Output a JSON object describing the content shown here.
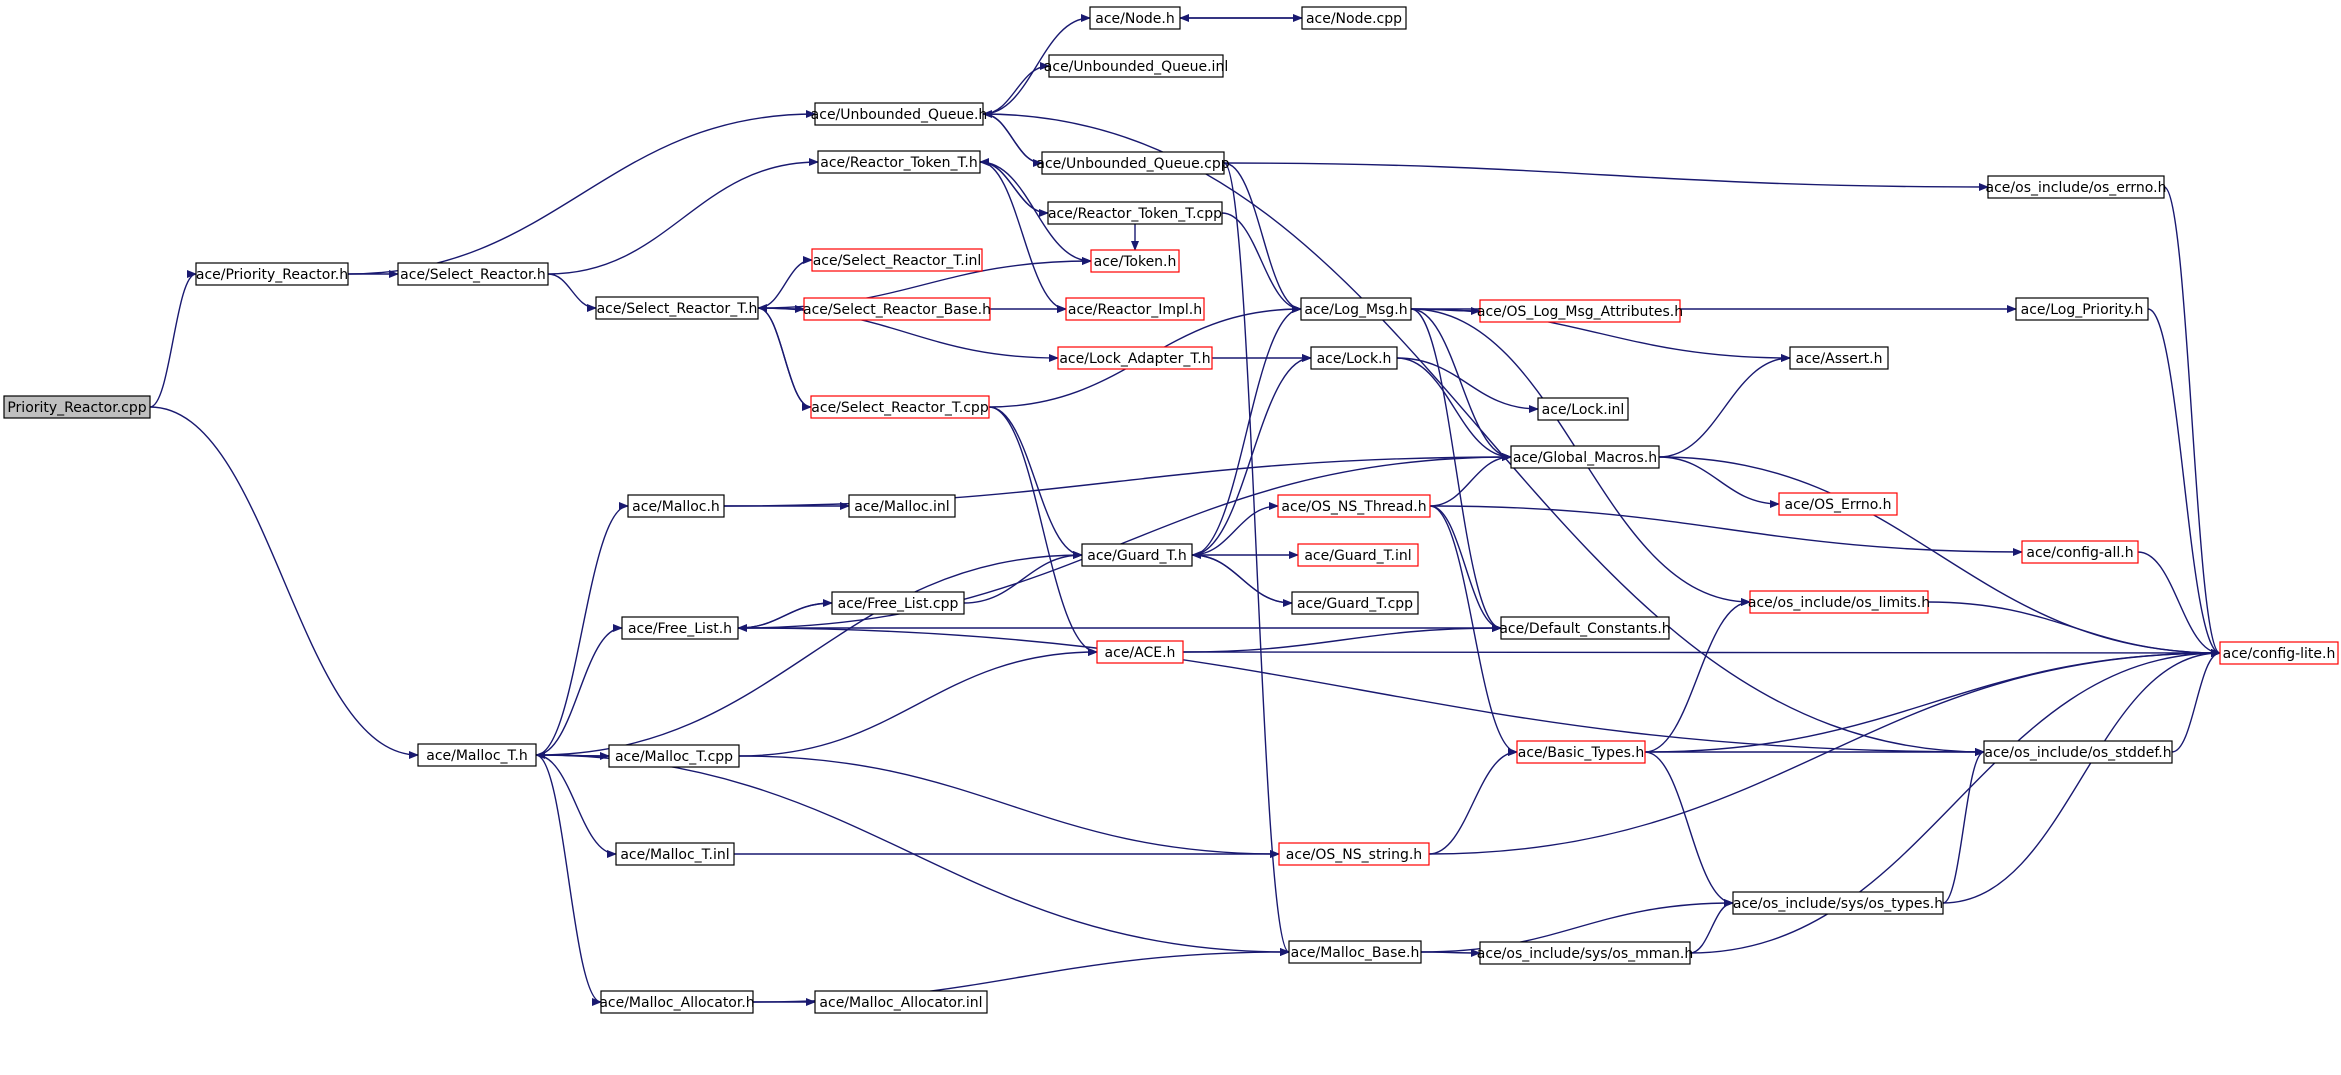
{
  "colors": {
    "edge": "#191970",
    "border_normal": "#000000",
    "border_truncated": "#ff0000",
    "root_fill": "#bfbfbf",
    "node_fill": "#ffffff"
  },
  "nodes": [
    {
      "id": "n_root",
      "label": "Priority_Reactor.cpp",
      "style": "root"
    },
    {
      "id": "n_prio_h",
      "label": "ace/Priority_Reactor.h",
      "style": "normal"
    },
    {
      "id": "n_unb_q_h",
      "label": "ace/Unbounded_Queue.h",
      "style": "normal"
    },
    {
      "id": "n_node_h",
      "label": "ace/Node.h",
      "style": "normal"
    },
    {
      "id": "n_node_cpp",
      "label": "ace/Node.cpp",
      "style": "normal"
    },
    {
      "id": "n_unb_q_inl",
      "label": "ace/Unbounded_Queue.inl",
      "style": "normal"
    },
    {
      "id": "n_unb_q_cpp",
      "label": "ace/Unbounded_Queue.cpp",
      "style": "normal"
    },
    {
      "id": "n_os_errno",
      "label": "ace/os_include/os_errno.h",
      "style": "normal"
    },
    {
      "id": "n_rtt_h",
      "label": "ace/Reactor_Token_T.h",
      "style": "normal"
    },
    {
      "id": "n_rtt_cpp",
      "label": "ace/Reactor_Token_T.cpp",
      "style": "normal"
    },
    {
      "id": "n_sel_r_h",
      "label": "ace/Select_Reactor.h",
      "style": "normal"
    },
    {
      "id": "n_sel_rt_inl",
      "label": "ace/Select_Reactor_T.inl",
      "style": "truncated"
    },
    {
      "id": "n_token_h",
      "label": "ace/Token.h",
      "style": "truncated"
    },
    {
      "id": "n_sel_rt_h",
      "label": "ace/Select_Reactor_T.h",
      "style": "normal"
    },
    {
      "id": "n_sel_rbase_h",
      "label": "ace/Select_Reactor_Base.h",
      "style": "truncated"
    },
    {
      "id": "n_rimpl_h",
      "label": "ace/Reactor_Impl.h",
      "style": "truncated"
    },
    {
      "id": "n_logmsg_h",
      "label": "ace/Log_Msg.h",
      "style": "normal"
    },
    {
      "id": "n_os_logattr",
      "label": "ace/OS_Log_Msg_Attributes.h",
      "style": "truncated"
    },
    {
      "id": "n_logprio_h",
      "label": "ace/Log_Priority.h",
      "style": "normal"
    },
    {
      "id": "n_lockad_h",
      "label": "ace/Lock_Adapter_T.h",
      "style": "truncated"
    },
    {
      "id": "n_lock_h",
      "label": "ace/Lock.h",
      "style": "normal"
    },
    {
      "id": "n_assert_h",
      "label": "ace/Assert.h",
      "style": "normal"
    },
    {
      "id": "n_sel_rt_cpp",
      "label": "ace/Select_Reactor_T.cpp",
      "style": "truncated"
    },
    {
      "id": "n_lock_inl",
      "label": "ace/Lock.inl",
      "style": "normal"
    },
    {
      "id": "n_glob_mac",
      "label": "ace/Global_Macros.h",
      "style": "normal"
    },
    {
      "id": "n_malloc_h",
      "label": "ace/Malloc.h",
      "style": "normal"
    },
    {
      "id": "n_malloc_inl",
      "label": "ace/Malloc.inl",
      "style": "normal"
    },
    {
      "id": "n_os_ns_thr",
      "label": "ace/OS_NS_Thread.h",
      "style": "truncated"
    },
    {
      "id": "n_os_errno_h",
      "label": "ace/OS_Errno.h",
      "style": "truncated"
    },
    {
      "id": "n_guard_h",
      "label": "ace/Guard_T.h",
      "style": "normal"
    },
    {
      "id": "n_guard_inl",
      "label": "ace/Guard_T.inl",
      "style": "truncated"
    },
    {
      "id": "n_config_all",
      "label": "ace/config-all.h",
      "style": "truncated"
    },
    {
      "id": "n_free_cpp",
      "label": "ace/Free_List.cpp",
      "style": "normal"
    },
    {
      "id": "n_guard_cpp",
      "label": "ace/Guard_T.cpp",
      "style": "normal"
    },
    {
      "id": "n_os_limits",
      "label": "ace/os_include/os_limits.h",
      "style": "truncated"
    },
    {
      "id": "n_free_h",
      "label": "ace/Free_List.h",
      "style": "normal"
    },
    {
      "id": "n_defconst",
      "label": "ace/Default_Constants.h",
      "style": "normal"
    },
    {
      "id": "n_ace_h",
      "label": "ace/ACE.h",
      "style": "truncated"
    },
    {
      "id": "n_config_lite",
      "label": "ace/config-lite.h",
      "style": "truncated"
    },
    {
      "id": "n_malloc_t_h",
      "label": "ace/Malloc_T.h",
      "style": "normal"
    },
    {
      "id": "n_malloc_t_cpp",
      "label": "ace/Malloc_T.cpp",
      "style": "normal"
    },
    {
      "id": "n_basic_types",
      "label": "ace/Basic_Types.h",
      "style": "truncated"
    },
    {
      "id": "n_os_stddef",
      "label": "ace/os_include/os_stddef.h",
      "style": "normal"
    },
    {
      "id": "n_malloc_t_inl",
      "label": "ace/Malloc_T.inl",
      "style": "normal"
    },
    {
      "id": "n_os_ns_str",
      "label": "ace/OS_NS_string.h",
      "style": "truncated"
    },
    {
      "id": "n_sys_types",
      "label": "ace/os_include/sys/os_types.h",
      "style": "normal"
    },
    {
      "id": "n_malloc_base",
      "label": "ace/Malloc_Base.h",
      "style": "normal"
    },
    {
      "id": "n_sys_mman",
      "label": "ace/os_include/sys/os_mman.h",
      "style": "normal"
    },
    {
      "id": "n_malloc_alloc_h",
      "label": "ace/Malloc_Allocator.h",
      "style": "normal"
    },
    {
      "id": "n_malloc_alloc_inl",
      "label": "ace/Malloc_Allocator.inl",
      "style": "normal"
    }
  ],
  "edges": [
    [
      "n_root",
      "n_prio_h"
    ],
    [
      "n_root",
      "n_malloc_t_h"
    ],
    [
      "n_prio_h",
      "n_unb_q_h"
    ],
    [
      "n_prio_h",
      "n_sel_r_h"
    ],
    [
      "n_unb_q_h",
      "n_node_h"
    ],
    [
      "n_unb_q_h",
      "n_unb_q_inl"
    ],
    [
      "n_unb_q_h",
      "n_unb_q_cpp"
    ],
    [
      "n_unb_q_h",
      "n_os_stddef"
    ],
    [
      "n_node_h",
      "n_node_cpp"
    ],
    [
      "n_node_cpp",
      "n_node_h"
    ],
    [
      "n_unb_q_cpp",
      "n_unb_q_h"
    ],
    [
      "n_unb_q_cpp",
      "n_os_errno"
    ],
    [
      "n_unb_q_cpp",
      "n_logmsg_h"
    ],
    [
      "n_unb_q_cpp",
      "n_malloc_base"
    ],
    [
      "n_os_errno",
      "n_config_lite"
    ],
    [
      "n_sel_r_h",
      "n_rtt_h"
    ],
    [
      "n_sel_r_h",
      "n_sel_rt_h"
    ],
    [
      "n_rtt_h",
      "n_rtt_cpp"
    ],
    [
      "n_rtt_h",
      "n_token_h"
    ],
    [
      "n_rtt_h",
      "n_rimpl_h"
    ],
    [
      "n_rtt_cpp",
      "n_rtt_h"
    ],
    [
      "n_rtt_cpp",
      "n_token_h"
    ],
    [
      "n_rtt_cpp",
      "n_logmsg_h"
    ],
    [
      "n_sel_rt_h",
      "n_sel_rt_inl"
    ],
    [
      "n_sel_rt_h",
      "n_token_h"
    ],
    [
      "n_sel_rt_h",
      "n_sel_rbase_h"
    ],
    [
      "n_sel_rt_h",
      "n_lockad_h"
    ],
    [
      "n_sel_rt_h",
      "n_sel_rt_cpp"
    ],
    [
      "n_sel_rbase_h",
      "n_rimpl_h"
    ],
    [
      "n_sel_rt_cpp",
      "n_sel_rt_h"
    ],
    [
      "n_sel_rt_cpp",
      "n_logmsg_h"
    ],
    [
      "n_sel_rt_cpp",
      "n_guard_h"
    ],
    [
      "n_sel_rt_cpp",
      "n_ace_h"
    ],
    [
      "n_lockad_h",
      "n_lock_h"
    ],
    [
      "n_logmsg_h",
      "n_os_logattr"
    ],
    [
      "n_logmsg_h",
      "n_logprio_h"
    ],
    [
      "n_logmsg_h",
      "n_assert_h"
    ],
    [
      "n_logmsg_h",
      "n_glob_mac"
    ],
    [
      "n_logmsg_h",
      "n_defconst"
    ],
    [
      "n_logmsg_h",
      "n_os_limits"
    ],
    [
      "n_logprio_h",
      "n_config_lite"
    ],
    [
      "n_lock_h",
      "n_lock_inl"
    ],
    [
      "n_lock_h",
      "n_glob_mac"
    ],
    [
      "n_glob_mac",
      "n_assert_h"
    ],
    [
      "n_glob_mac",
      "n_os_errno_h"
    ],
    [
      "n_glob_mac",
      "n_config_lite"
    ],
    [
      "n_malloc_h",
      "n_malloc_inl"
    ],
    [
      "n_malloc_h",
      "n_glob_mac"
    ],
    [
      "n_guard_h",
      "n_lock_h"
    ],
    [
      "n_guard_h",
      "n_logmsg_h"
    ],
    [
      "n_guard_h",
      "n_os_ns_thr"
    ],
    [
      "n_guard_h",
      "n_guard_inl"
    ],
    [
      "n_guard_h",
      "n_guard_cpp"
    ],
    [
      "n_guard_cpp",
      "n_guard_h"
    ],
    [
      "n_os_ns_thr",
      "n_glob_mac"
    ],
    [
      "n_os_ns_thr",
      "n_config_all"
    ],
    [
      "n_os_ns_thr",
      "n_defconst"
    ],
    [
      "n_os_ns_thr",
      "n_basic_types"
    ],
    [
      "n_config_all",
      "n_config_lite"
    ],
    [
      "n_free_h",
      "n_free_cpp"
    ],
    [
      "n_free_h",
      "n_glob_mac"
    ],
    [
      "n_free_h",
      "n_defconst"
    ],
    [
      "n_free_h",
      "n_os_stddef"
    ],
    [
      "n_free_cpp",
      "n_free_h"
    ],
    [
      "n_free_cpp",
      "n_guard_h"
    ],
    [
      "n_ace_h",
      "n_defconst"
    ],
    [
      "n_ace_h",
      "n_config_lite"
    ],
    [
      "n_os_limits",
      "n_config_lite"
    ],
    [
      "n_malloc_t_h",
      "n_malloc_h"
    ],
    [
      "n_malloc_t_h",
      "n_free_h"
    ],
    [
      "n_malloc_t_h",
      "n_guard_h"
    ],
    [
      "n_malloc_t_h",
      "n_malloc_t_cpp"
    ],
    [
      "n_malloc_t_h",
      "n_malloc_t_inl"
    ],
    [
      "n_malloc_t_h",
      "n_malloc_base"
    ],
    [
      "n_malloc_t_h",
      "n_malloc_alloc_h"
    ],
    [
      "n_malloc_t_cpp",
      "n_malloc_t_h"
    ],
    [
      "n_malloc_t_cpp",
      "n_ace_h"
    ],
    [
      "n_malloc_t_cpp",
      "n_os_ns_str"
    ],
    [
      "n_malloc_t_inl",
      "n_os_ns_str"
    ],
    [
      "n_os_ns_str",
      "n_basic_types"
    ],
    [
      "n_os_ns_str",
      "n_config_lite"
    ],
    [
      "n_basic_types",
      "n_os_limits"
    ],
    [
      "n_basic_types",
      "n_os_stddef"
    ],
    [
      "n_basic_types",
      "n_sys_types"
    ],
    [
      "n_basic_types",
      "n_config_lite"
    ],
    [
      "n_os_stddef",
      "n_config_lite"
    ],
    [
      "n_sys_types",
      "n_os_stddef"
    ],
    [
      "n_sys_types",
      "n_config_lite"
    ],
    [
      "n_malloc_base",
      "n_sys_types"
    ],
    [
      "n_malloc_base",
      "n_sys_mman"
    ],
    [
      "n_sys_mman",
      "n_sys_types"
    ],
    [
      "n_sys_mman",
      "n_config_lite"
    ],
    [
      "n_malloc_alloc_h",
      "n_malloc_alloc_inl"
    ],
    [
      "n_malloc_alloc_h",
      "n_malloc_base"
    ]
  ]
}
